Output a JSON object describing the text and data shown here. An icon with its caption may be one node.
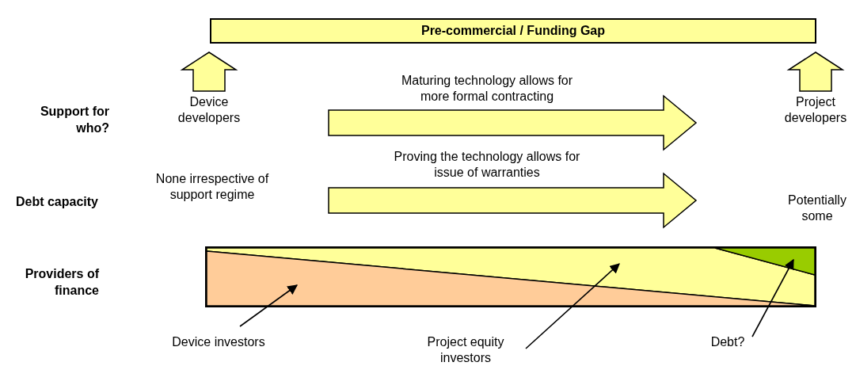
{
  "diagram": {
    "nodes": [
      {
        "text": [
          "Pre-commercial / Funding Gap"
        ]
      },
      {
        "text": [
          "Device developers"
        ]
      },
      {
        "text": [
          "Project developers"
        ]
      },
      {
        "text": [
          "None irrespective of support regime"
        ]
      },
      {
        "text": [
          "Potentially some"
        ]
      },
      {
        "text": [],
        "shape": "bar"
      },
      {
        "text": [],
        "shape": "triangle",
        "in": 5
      },
      {
        "text": [],
        "shape": "band",
        "in": 5
      },
      {
        "text": [],
        "shape": "triangle",
        "in": 5
      },
      {
        "text": [
          "Device investors"
        ]
      },
      {
        "text": [
          "Project equity investors"
        ]
      },
      {
        "text": [
          "Debt?"
        ]
      }
    ],
    "edges": [
      {
        "from": 1,
        "to": 0,
        "arrow": "to",
        "style": "thick"
      },
      {
        "from": 2,
        "to": 0,
        "arrow": "to",
        "style": "thick"
      },
      {
        "from": 1,
        "to": 2,
        "arrow": "to",
        "style": "thick",
        "label": "Maturing technology allows for more formal contracting"
      },
      {
        "from": 3,
        "to": 4,
        "arrow": "to",
        "style": "thick",
        "label": "Proving the technology allows for issue of warranties"
      },
      {
        "from": 9,
        "to": 6,
        "arrow": "to"
      },
      {
        "from": 10,
        "to": 7,
        "arrow": "to"
      },
      {
        "from": 11,
        "to": 8,
        "arrow": "to"
      }
    ],
    "labels": [
      "Support for who?",
      "Debt capacity",
      "Providers of finance"
    ]
  }
}
